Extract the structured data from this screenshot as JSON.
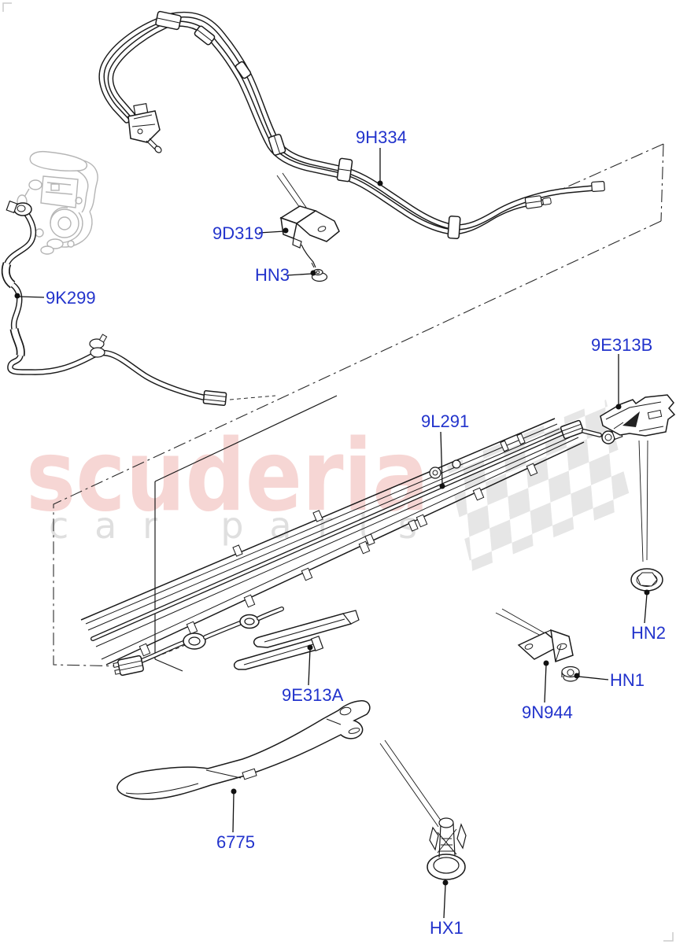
{
  "watermark": {
    "brand": "scuderia",
    "sub": "car parts"
  },
  "style": {
    "label_color": "#2233cc",
    "watermark_brand_color": "#f6d6d4",
    "watermark_sub_color": "#dfdfdf",
    "checker_color": "#e6e6e6",
    "line_color": "#1a1a1a",
    "ghost_color": "#b5b5b5"
  },
  "labels": [
    {
      "text": "9H334"
    },
    {
      "text": "9D319"
    },
    {
      "text": "HN3"
    },
    {
      "text": "9K299"
    },
    {
      "text": "9E313B"
    },
    {
      "text": "9L291"
    },
    {
      "text": "HN2"
    },
    {
      "text": "HN1"
    },
    {
      "text": "9N944"
    },
    {
      "text": "9E313A"
    },
    {
      "text": "6775"
    },
    {
      "text": "HX1"
    }
  ]
}
